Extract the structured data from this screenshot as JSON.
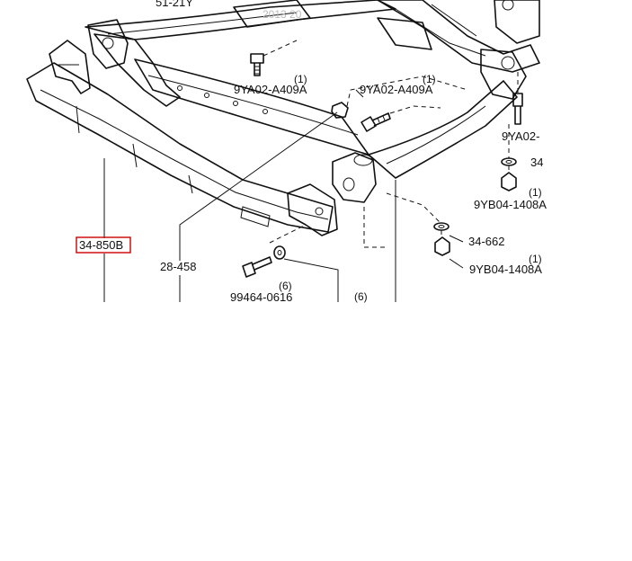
{
  "diagram": {
    "watermark": "2013 20",
    "parts": {
      "front_member": {
        "number": "34-850B",
        "highlighted": true
      },
      "upper_cut_label": "51-21Y",
      "mount_bolt_center": {
        "number": "9YA02-A409A",
        "qty": "(1)"
      },
      "mount_bolt_right": {
        "number": "9YA02-A409A",
        "qty": "(1)"
      },
      "mount_bolt_far_right": {
        "number": "9YA02-"
      },
      "washer_right_upper": {
        "number": "34"
      },
      "nut_right_upper": {
        "number": "9YB04-1408A",
        "qty": "(1)"
      },
      "washer_right_lower": {
        "number": "34-662"
      },
      "nut_right_lower": {
        "number": "9YB04-1408A",
        "qty": "(1)"
      },
      "center_leader": {
        "number": "28-458"
      },
      "lower_bolt": {
        "number": "99464-0616",
        "qty": "(6)"
      },
      "lower_washer": {
        "qty": "(6)"
      }
    },
    "colors": {
      "line": "#111111",
      "highlight": "#cc0000",
      "background": "#ffffff"
    }
  }
}
